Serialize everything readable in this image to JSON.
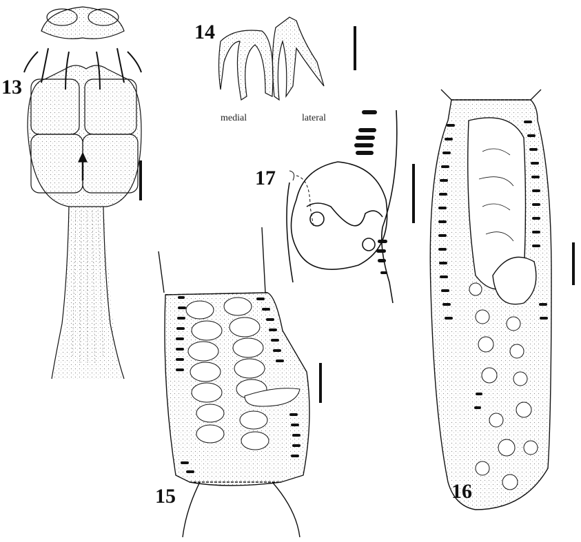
{
  "figures": [
    {
      "number": "13"
    },
    {
      "number": "14",
      "annotations": [
        "medial",
        "lateral"
      ]
    },
    {
      "number": "15"
    },
    {
      "number": "16"
    },
    {
      "number": "17"
    }
  ],
  "colors": {
    "ink": "#111111",
    "stipple": "#bbbbbb",
    "background": "#ffffff"
  }
}
